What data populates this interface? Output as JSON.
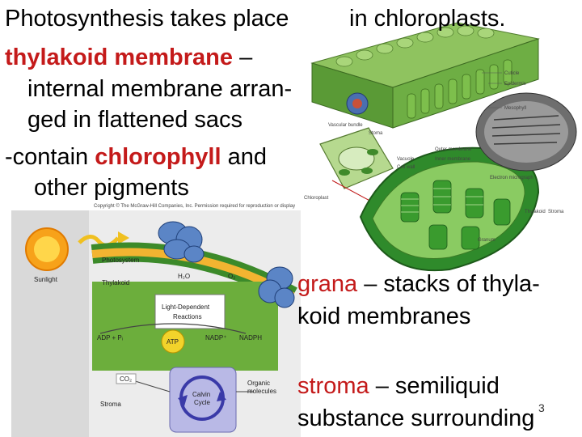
{
  "slide": {
    "line1": "Photosynthesis takes place",
    "line1b": "in chloroplasts.",
    "term_thylakoid": "thylakoid membrane",
    "dash1": " –",
    "desc1a": "internal membrane arran-",
    "desc1b": "ged in flattened sacs",
    "contain_pre": "-contain ",
    "term_chlorophyll": "chlorophyll",
    "contain_post": " and",
    "desc2": "other pigments",
    "term_grana": "grana",
    "grana_rest": " – stacks of thyla-",
    "grana_line2": "koid membranes",
    "term_stroma": "stroma",
    "stroma_rest": " – semiliquid",
    "stroma_line2": "substance surrounding",
    "page_number": "3"
  },
  "diagram": {
    "copyright": "Copyright © The McGraw-Hill Companies, Inc. Permission required for reproduction or display",
    "sunlight": "Sunlight",
    "photosystem": "Photosystem",
    "thylakoid": "Thylakoid",
    "h2o": "H₂O",
    "o2": "O₂",
    "light_reactions_1": "Light-Dependent",
    "light_reactions_2": "Reactions",
    "adp": "ADP + Pᵢ",
    "nadp": "NADP⁺",
    "atp": "ATP",
    "nadph": "NADPH",
    "co2": "CO₂",
    "calvin_1": "Calvin",
    "calvin_2": "Cycle",
    "organic_1": "Organic",
    "organic_2": "molecules",
    "stroma": "Stroma"
  },
  "leaf_labels": {
    "cuticle": "Cuticle",
    "epidermis": "Epidermis",
    "mesophyll": "Mesophyll",
    "vascular": "Vascular bundle",
    "stoma": "Stoma",
    "vacuole": "Vacuole",
    "cell_wall": "Cell wall",
    "chloroplast": "Chloroplast",
    "outer_membrane": "Outer membrane",
    "inner_membrane": "Inner membrane",
    "thylakoid": "Thylakoid",
    "grana_stack": "Granum",
    "stroma": "Stroma",
    "em_label": "Electron micrograph"
  }
}
